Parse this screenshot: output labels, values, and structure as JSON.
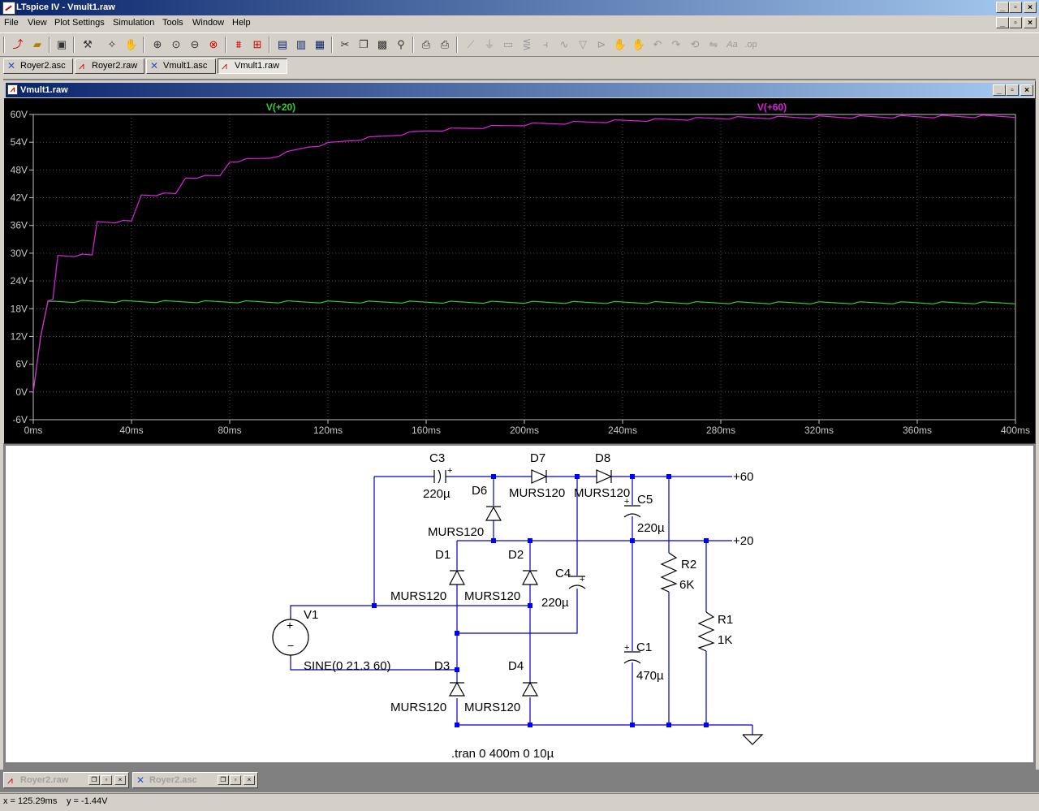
{
  "window": {
    "title": "LTspice IV - Vmult1.raw"
  },
  "menu": [
    "File",
    "View",
    "Plot Settings",
    "Simulation",
    "Tools",
    "Window",
    "Help"
  ],
  "tabs": [
    {
      "label": "Royer2.asc",
      "icon": "schematic-icon"
    },
    {
      "label": "Royer2.raw",
      "icon": "waveform-icon"
    },
    {
      "label": "Vmult1.asc",
      "icon": "schematic-icon"
    },
    {
      "label": "Vmult1.raw",
      "icon": "waveform-icon",
      "active": true
    }
  ],
  "plot_window": {
    "title": "Vmult1.raw"
  },
  "chart_data": {
    "type": "line",
    "x_ticks": [
      "0ms",
      "40ms",
      "80ms",
      "120ms",
      "160ms",
      "200ms",
      "240ms",
      "280ms",
      "320ms",
      "360ms",
      "400ms"
    ],
    "y_ticks": [
      "60V",
      "54V",
      "48V",
      "42V",
      "36V",
      "30V",
      "24V",
      "18V",
      "12V",
      "6V",
      "0V",
      "-6V"
    ],
    "xlim_ms": [
      0,
      400
    ],
    "ylim_V": [
      -6,
      60
    ],
    "grid": true,
    "background": "#000000",
    "series": [
      {
        "name": "V(+20)",
        "color": "#33cc33",
        "points_ms_V": [
          [
            0,
            0
          ],
          [
            3,
            12
          ],
          [
            6,
            19.6
          ],
          [
            20,
            19.6
          ],
          [
            100,
            19.5
          ],
          [
            200,
            19.4
          ],
          [
            300,
            19.3
          ],
          [
            400,
            19.3
          ]
        ]
      },
      {
        "name": "V(+60)",
        "color": "#dd22dd",
        "points_ms_V": [
          [
            0,
            0
          ],
          [
            3,
            12
          ],
          [
            6,
            19.7
          ],
          [
            8,
            20
          ],
          [
            10,
            29.5
          ],
          [
            24,
            29.5
          ],
          [
            26,
            36.8
          ],
          [
            40,
            36.8
          ],
          [
            44,
            42.6
          ],
          [
            58,
            42.8
          ],
          [
            62,
            46.3
          ],
          [
            76,
            46.7
          ],
          [
            80,
            49.8
          ],
          [
            96,
            50.6
          ],
          [
            112,
            53.0
          ],
          [
            128,
            54.3
          ],
          [
            160,
            56.4
          ],
          [
            200,
            57.8
          ],
          [
            240,
            58.6
          ],
          [
            280,
            59.2
          ],
          [
            320,
            59.4
          ],
          [
            360,
            59.5
          ],
          [
            400,
            59.6
          ]
        ]
      }
    ]
  },
  "schematic": {
    "labels": {
      "c3": "C3",
      "c3v": "220µ",
      "d7": "D7",
      "d8": "D8",
      "d7m": "MURS120",
      "d8m": "MURS120",
      "d6": "D6",
      "d6m": "MURS120",
      "c5": "C5",
      "c5v": "220µ",
      "net60": "+60",
      "net20": "+20",
      "d1": "D1",
      "d2": "D2",
      "d1m": "MURS120",
      "d2m": "MURS120",
      "c4": "C4",
      "c4v": "220µ",
      "r2": "R2",
      "r2v": "6K",
      "r1": "R1",
      "r1v": "1K",
      "v1": "V1",
      "v1v": "SINE(0 21.3 60)",
      "d3": "D3",
      "d4": "D4",
      "d3m": "MURS120",
      "d4m": "MURS120",
      "c1": "C1",
      "c1v": "470µ",
      "tran": ".tran 0 400m 0 10µ"
    }
  },
  "minimized": [
    {
      "label": "Royer2.raw",
      "icon": "waveform-icon"
    },
    {
      "label": "Royer2.asc",
      "icon": "schematic-icon"
    }
  ],
  "status": {
    "x": "x = 125.29ms",
    "y": "y = -1.44V"
  }
}
